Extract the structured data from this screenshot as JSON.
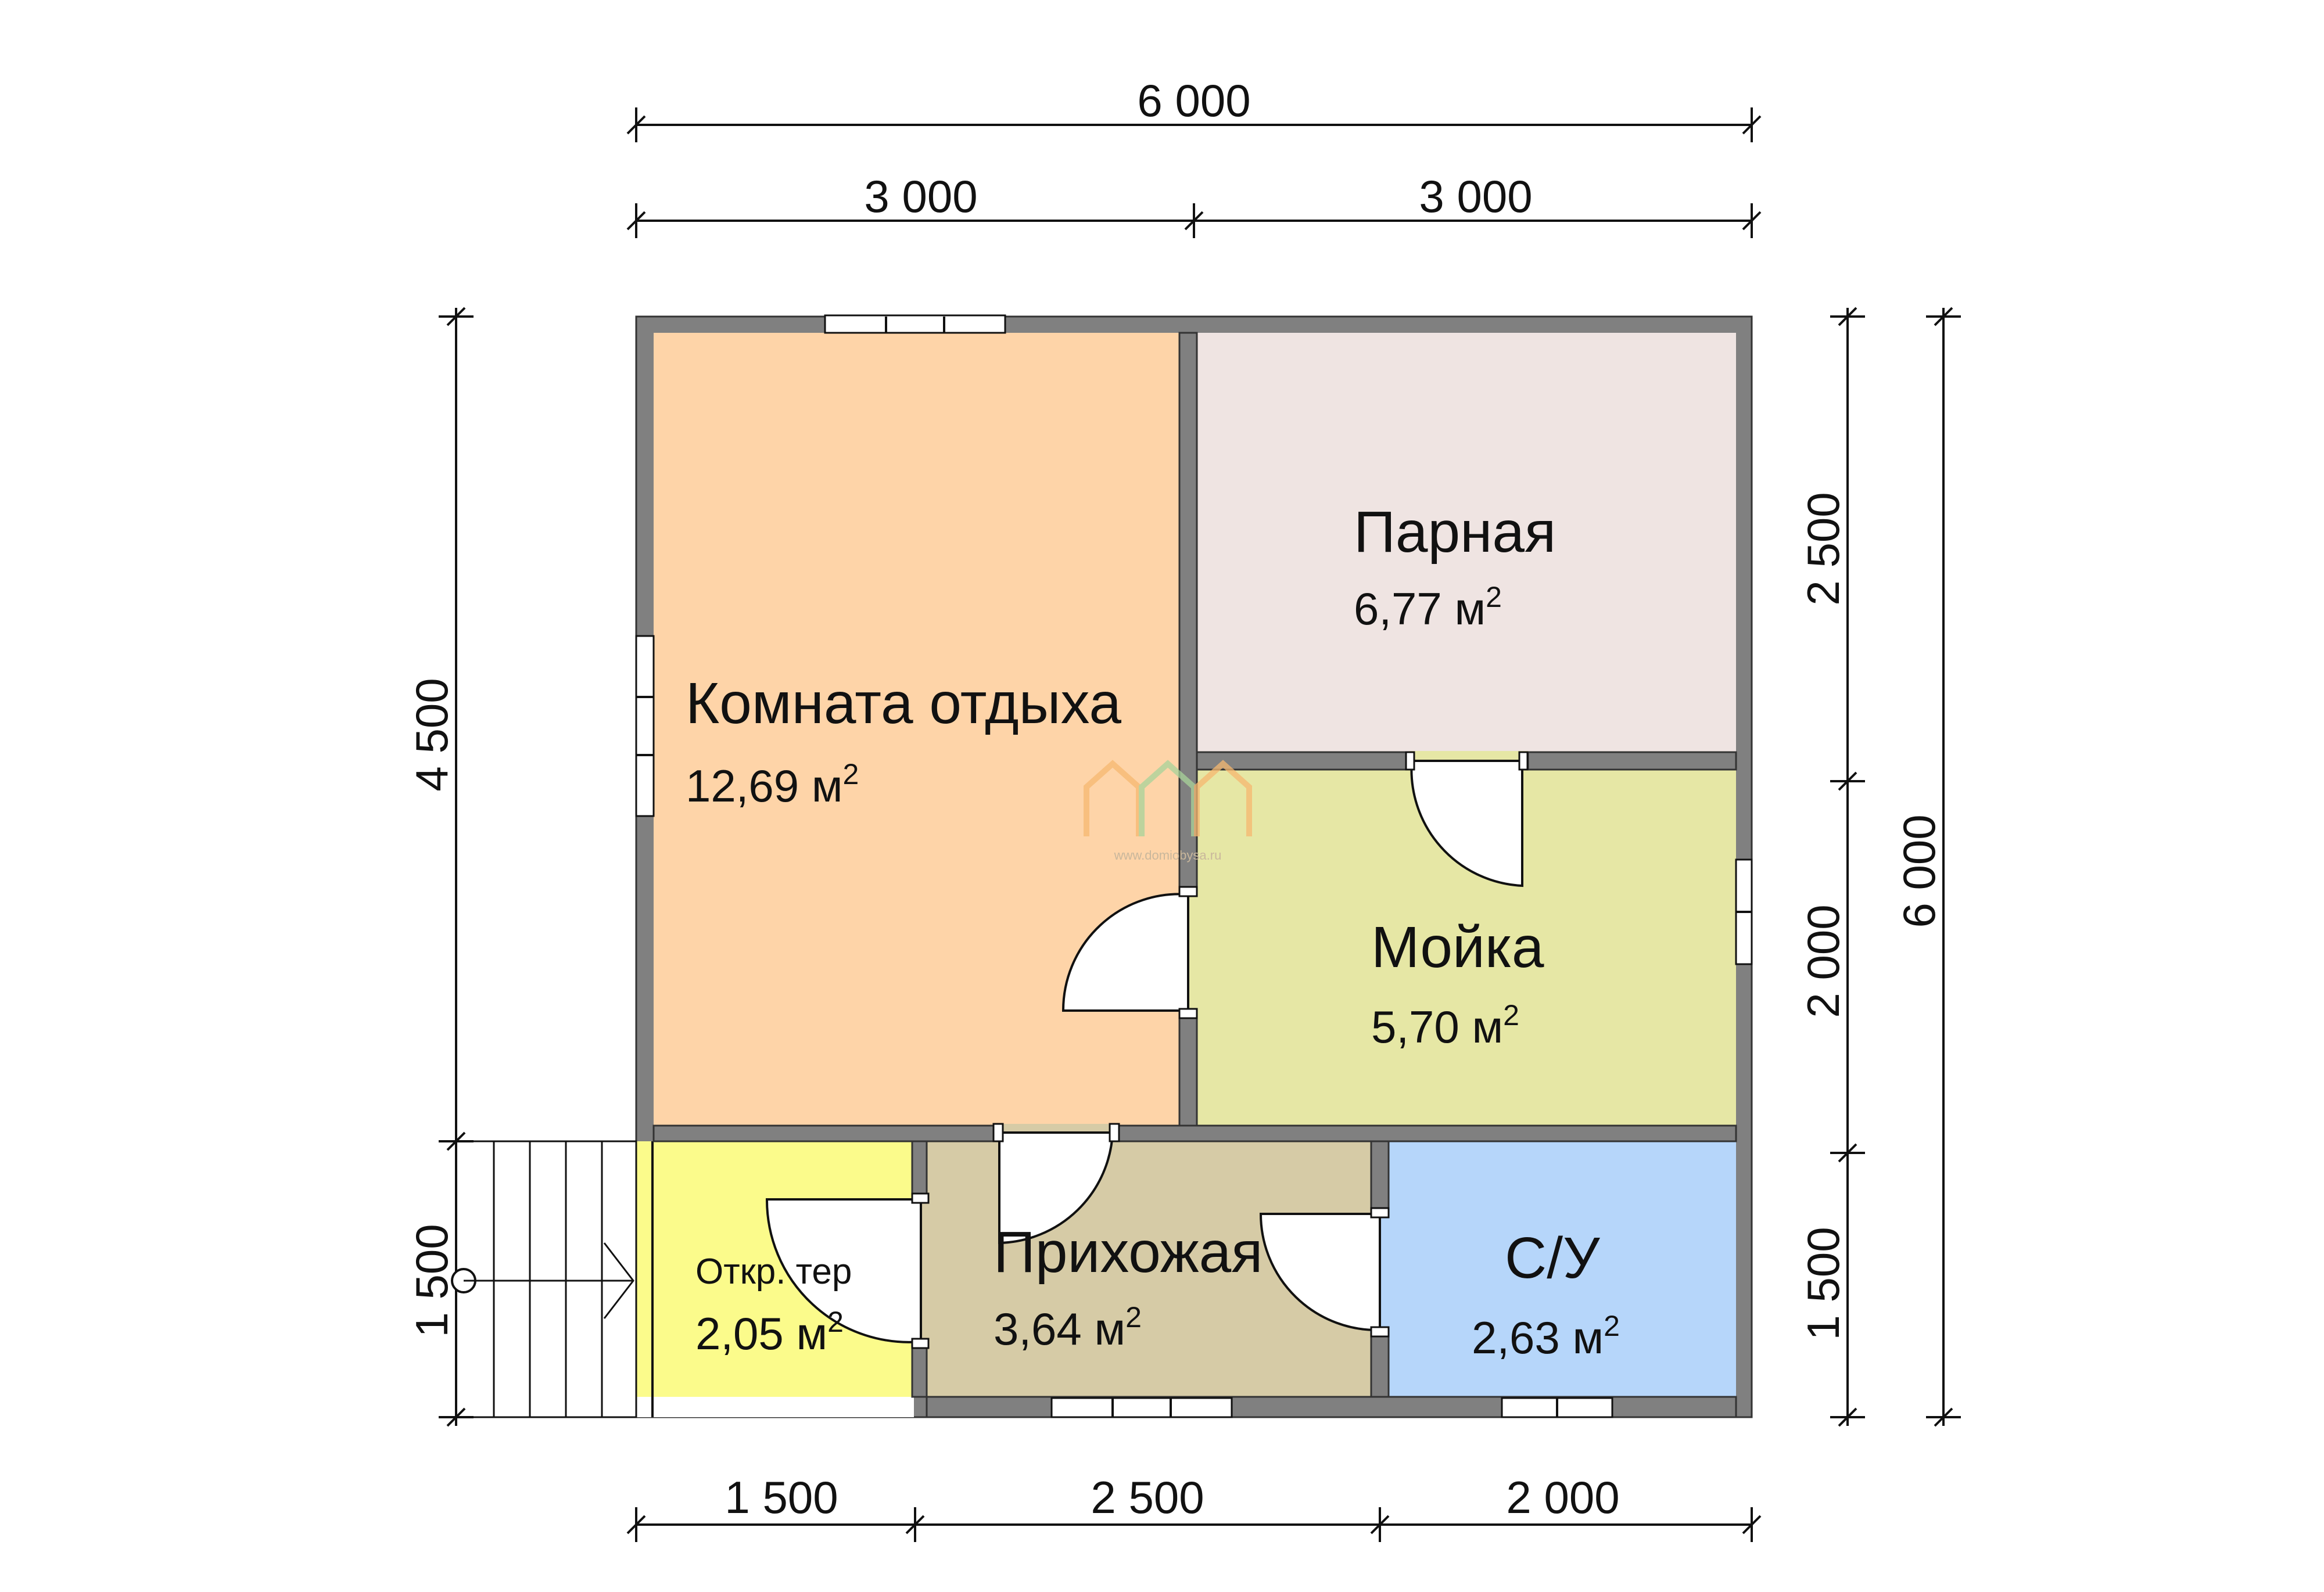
{
  "colors": {
    "wall": "#808080",
    "rest_room": "#FED4A8",
    "steam_room": "#EFE4E2",
    "wash_room": "#E6E7A5",
    "hall": "#D6CBA6",
    "terrace": "#FBFB8B",
    "bathroom": "#B6D6FA",
    "watermark": "#F6B870"
  },
  "dimensions": {
    "top_total": "6 000",
    "top_left": "3 000",
    "top_right": "3 000",
    "left_upper": "4 500",
    "left_lower": "1 500",
    "right_upper": "2 500",
    "right_middle": "2 000",
    "right_lower": "1 500",
    "right_total": "6 000",
    "bottom_left": "1 500",
    "bottom_middle": "2 500",
    "bottom_right": "2 000"
  },
  "rooms": {
    "rest_room": {
      "name": "Комната отдыха",
      "area": "12,69 м",
      "unit_sup": "2"
    },
    "steam_room": {
      "name": "Парная",
      "area": "6,77 м",
      "unit_sup": "2"
    },
    "wash_room": {
      "name": "Мойка",
      "area": "5,70 м",
      "unit_sup": "2"
    },
    "hall": {
      "name": "Прихожая",
      "area": "3,64 м",
      "unit_sup": "2"
    },
    "terrace": {
      "name": "Откр. тер",
      "area": "2,05 м",
      "unit_sup": "2"
    },
    "bathroom": {
      "name": "С/У",
      "area": "2,63 м",
      "unit_sup": "2"
    }
  },
  "watermark": {
    "url": "www.domiobysa.ru"
  },
  "icons": [
    "house-logo-icon",
    "entrance-arrow-icon"
  ]
}
